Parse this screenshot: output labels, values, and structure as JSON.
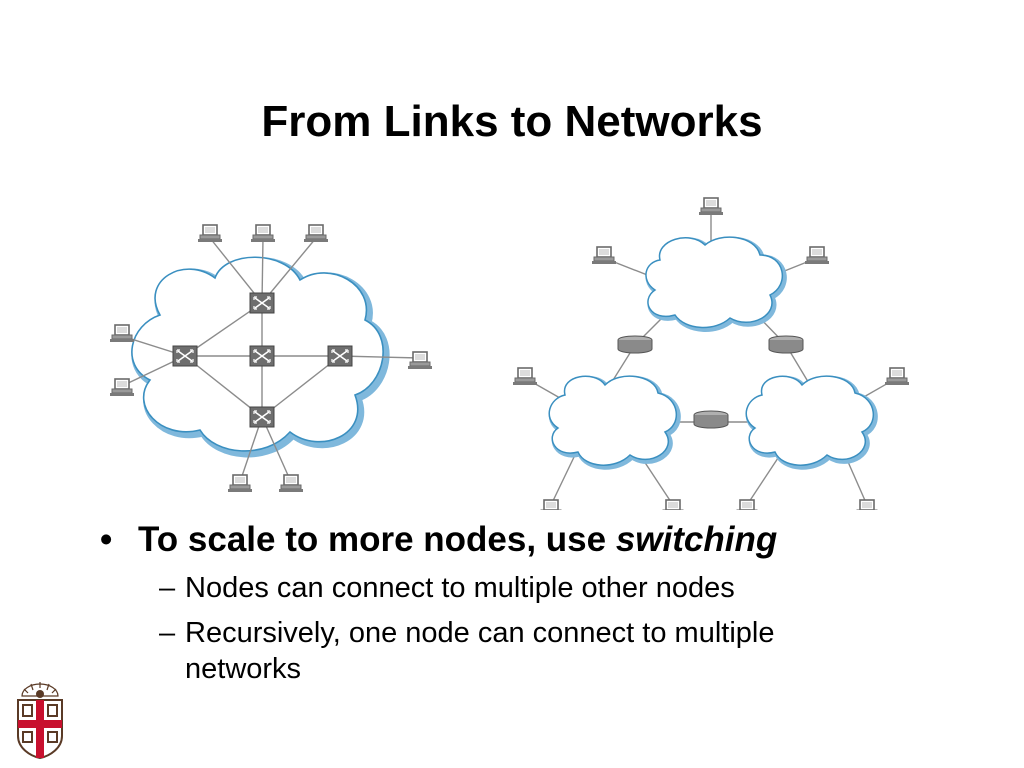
{
  "slide": {
    "title": "From Links to Networks"
  },
  "bullets": {
    "main": {
      "marker": "•",
      "text": "To scale to more nodes, use ",
      "emphasis": "switching"
    },
    "subitems": [
      {
        "marker": "–",
        "text": "Nodes can connect to multiple other nodes"
      },
      {
        "marker": "–",
        "text": "Recursively, one node can connect to multiple networks"
      }
    ]
  },
  "colors": {
    "cloud_outline": "#3a8fc0",
    "cloud_shadow": "#7fb8dc",
    "link": "#8c8c8c",
    "switch": "#6e6e6e",
    "router": "#8a8a8a",
    "computer": "#7a7a7a",
    "logo_red": "#c8102e",
    "logo_brown": "#5a3a26"
  },
  "icons": {
    "switch": "network-switch-icon",
    "router": "router-icon",
    "computer": "computer-terminal-icon",
    "cloud": "network-cloud",
    "logo": "university-shield-logo"
  }
}
